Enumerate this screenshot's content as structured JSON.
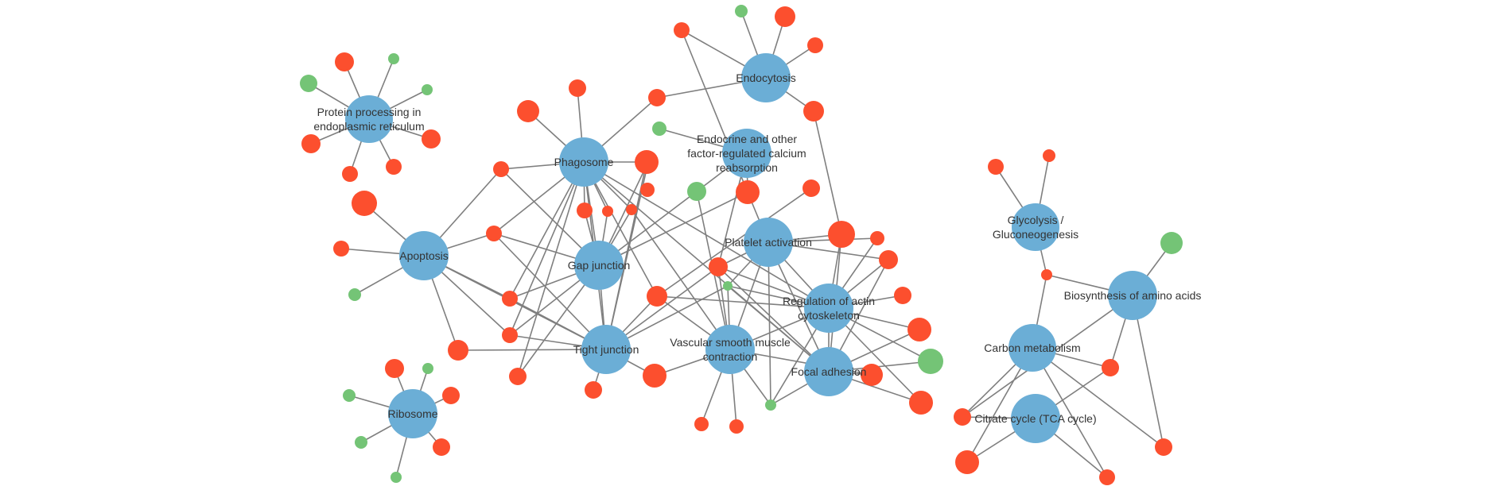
{
  "colors": {
    "pathway": "#6baed6",
    "up_regulated": "#fc4f2e",
    "down_regulated": "#74c476",
    "edge": "#7f7f7f"
  },
  "pathways": [
    {
      "id": "protein_processing",
      "label": [
        "Protein processing in",
        "endoplasmic reticulum"
      ]
    },
    {
      "id": "endocytosis",
      "label": [
        "Endocytosis"
      ]
    },
    {
      "id": "phagosome",
      "label": [
        "Phagosome"
      ]
    },
    {
      "id": "endocrine",
      "label": [
        "Endocrine and other",
        "factor-regulated calcium",
        "reabsorption"
      ]
    },
    {
      "id": "apoptosis",
      "label": [
        "Apoptosis"
      ]
    },
    {
      "id": "gap_junction",
      "label": [
        "Gap junction"
      ]
    },
    {
      "id": "platelet",
      "label": [
        "Platelet activation"
      ]
    },
    {
      "id": "glycolysis",
      "label": [
        "Glycolysis /",
        "Gluconeogenesis"
      ]
    },
    {
      "id": "biosynthesis",
      "label": [
        "Biosynthesis of amino acids"
      ]
    },
    {
      "id": "actin",
      "label": [
        "Regulation of actin",
        "cytoskeleton"
      ]
    },
    {
      "id": "tight_junction",
      "label": [
        "Tight junction"
      ]
    },
    {
      "id": "vascular",
      "label": [
        "Vascular smooth muscle",
        "contraction"
      ]
    },
    {
      "id": "carbon",
      "label": [
        "Carbon metabolism"
      ]
    },
    {
      "id": "focal",
      "label": [
        "Focal adhesion"
      ]
    },
    {
      "id": "tca",
      "label": [
        "Citrate cycle (TCA cycle)"
      ]
    },
    {
      "id": "ribosome",
      "label": [
        "Ribosome"
      ]
    }
  ]
}
